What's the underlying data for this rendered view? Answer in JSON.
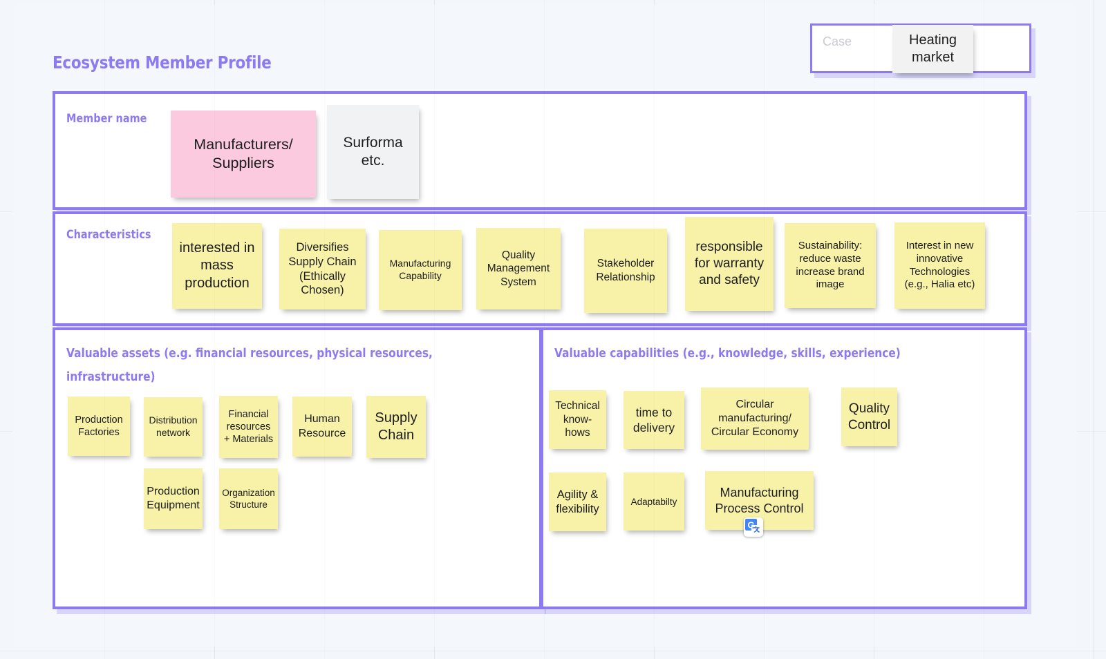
{
  "page": {
    "title": "Ecosystem Member Profile",
    "accent_color": "#8d7af0",
    "note_yellow": "#f8f1a8",
    "note_pink": "#fbcade",
    "note_grey": "#f1f2f3",
    "canvas_background": "#f3f7fb"
  },
  "case": {
    "placeholder": "Case",
    "note": "Heating market"
  },
  "member": {
    "label": "Member name",
    "notes": [
      {
        "text": "Manufacturers/ Suppliers",
        "color": "pink"
      },
      {
        "text": "Surforma etc.",
        "color": "grey"
      }
    ]
  },
  "characteristics": {
    "label": "Characteristics",
    "notes": [
      {
        "text": "interested in mass production"
      },
      {
        "text": "Diversifies Supply Chain (Ethically Chosen)"
      },
      {
        "text": "Manufacturing Capability"
      },
      {
        "text": "Quality Management System"
      },
      {
        "text": "Stakeholder Relationship"
      },
      {
        "text": "responsible for warranty and safety"
      },
      {
        "text": "Sustainability: reduce waste increase brand image"
      },
      {
        "text": "Interest in new innovative Technologies (e.g., Halia etc)"
      }
    ]
  },
  "assets": {
    "title": "Valuable assets (e.g. financial resources, physical resources, infrastructure)",
    "notes": [
      {
        "text": "Production Factories"
      },
      {
        "text": "Distribution network"
      },
      {
        "text": "Financial resources + Materials"
      },
      {
        "text": "Human Resource"
      },
      {
        "text": "Supply Chain"
      },
      {
        "text": "Production Equipment"
      },
      {
        "text": "Organization Structure"
      }
    ]
  },
  "capabilities": {
    "title": "Valuable capabilities (e.g., knowledge, skills, experience)",
    "notes": [
      {
        "text": "Technical know-hows"
      },
      {
        "text": "time to delivery"
      },
      {
        "text": "Circular manufacturing/ Circular Economy"
      },
      {
        "text": "Quality Control"
      },
      {
        "text": "Agility & flexibility"
      },
      {
        "text": "Adaptabilty"
      },
      {
        "text": "Manufacturing Process Control"
      }
    ]
  },
  "badges": {
    "translate_icon": "google-translate-icon"
  }
}
